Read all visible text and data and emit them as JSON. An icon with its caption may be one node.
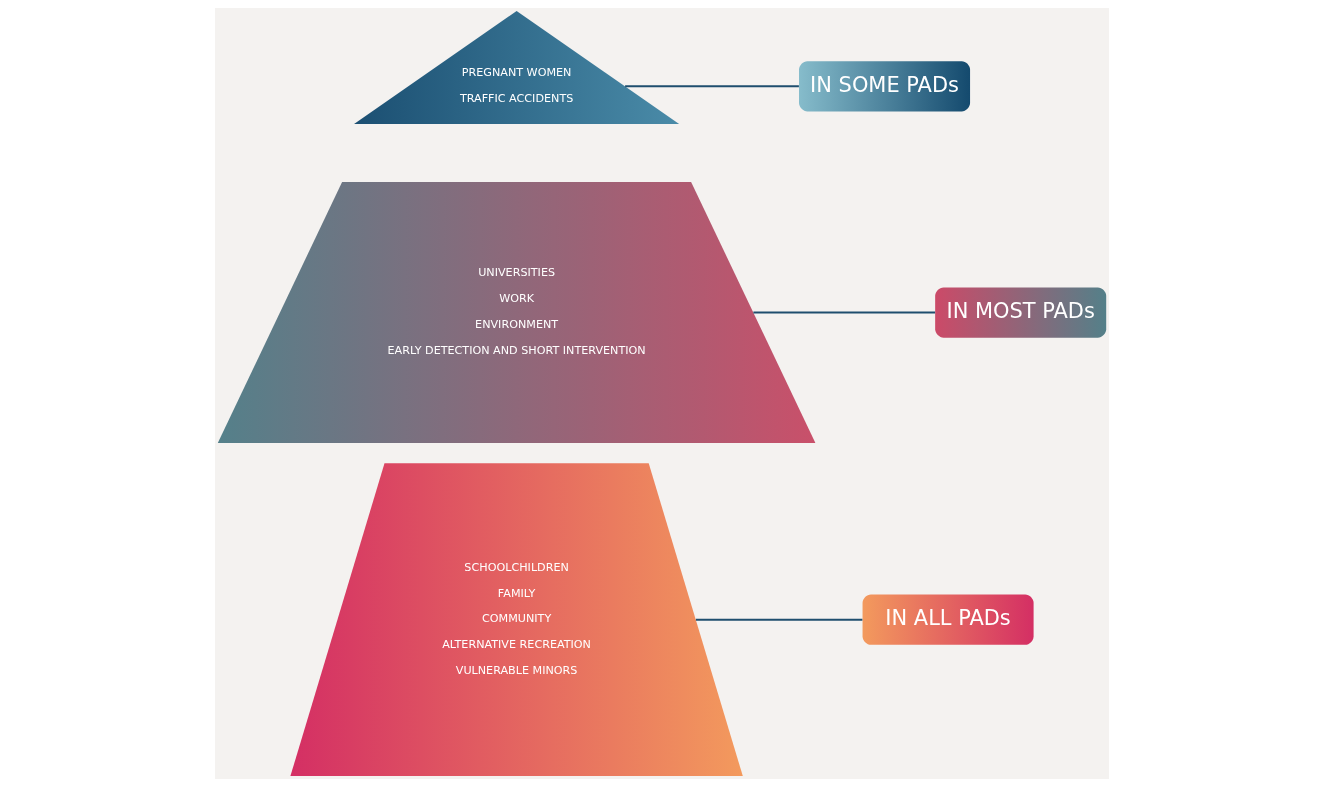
{
  "diagram": {
    "nodes": [
      {
        "text": [
          "PREGNANT WOMEN",
          "TRAFFIC ACCIDENTS"
        ]
      },
      {
        "text": [
          "IN SOME PADs"
        ]
      },
      {
        "text": [
          "UNIVERSITIES",
          "WORK",
          "ENVIRONMENT",
          "EARLY DETECTION AND SHORT INTERVENTION"
        ]
      },
      {
        "text": [
          "IN MOST PADs"
        ]
      },
      {
        "text": [
          "SCHOOLCHILDREN",
          "FAMILY",
          "COMMUNITY",
          "ALTERNATIVE RECREATION",
          "VULNERABLE MINORS"
        ]
      },
      {
        "text": [
          "IN ALL PADs"
        ]
      }
    ],
    "edges": [
      {
        "from": 0,
        "to": 1,
        "arrow": "none"
      },
      {
        "from": 2,
        "to": 3,
        "arrow": "none"
      },
      {
        "from": 4,
        "to": 5,
        "arrow": "none"
      }
    ]
  }
}
